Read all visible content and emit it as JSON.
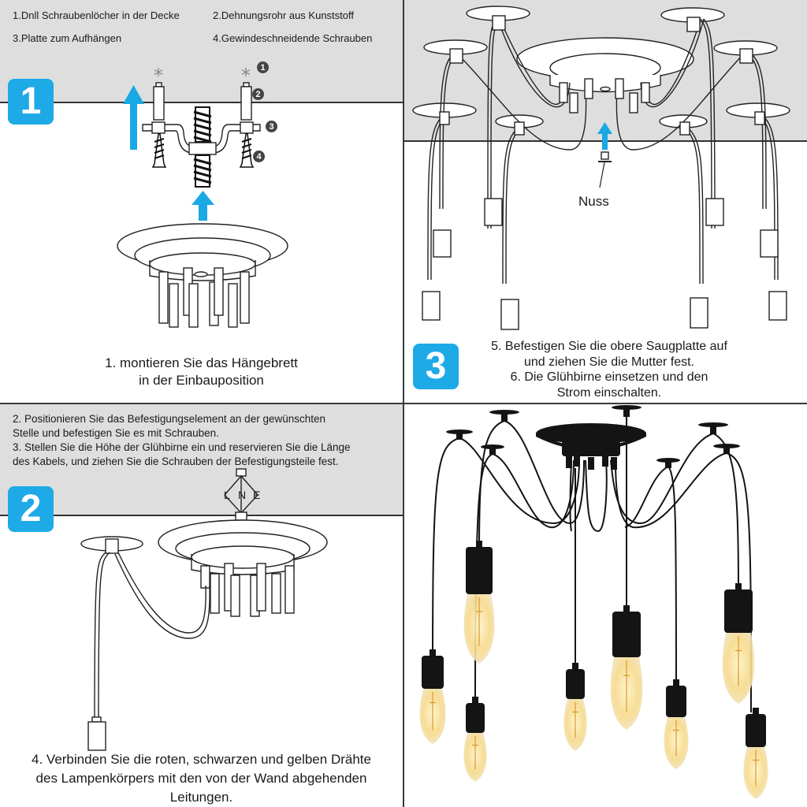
{
  "panel1": {
    "badge": "1",
    "parts_legend": [
      "1.Dnll Schraubenlöcher in der Decke",
      "2.Dehnungsrohr aus Kunststoff",
      "3.Platte zum Aufhängen",
      "4.Gewindeschneidende Schrauben"
    ],
    "callouts": [
      "1",
      "2",
      "3",
      "4"
    ],
    "caption": [
      "1. montieren Sie das Hängebrett",
      "in der Einbauposition"
    ]
  },
  "panel2": {
    "badge": "2",
    "notes": [
      "2. Positionieren Sie das Befestigungselement an der gewünschten",
      "Stelle und befestigen Sie es mit Schrauben.",
      "3. Stellen Sie die Höhe der Glühbirne ein und reservieren Sie die Länge",
      "des Kabels, und ziehen Sie die Schrauben der Befestigungsteile fest."
    ],
    "wire_labels": {
      "l": "L",
      "n": "N",
      "e": "E"
    },
    "caption": [
      "4. Verbinden Sie die roten, schwarzen und gelben Drähte",
      "des Lampenkörpers mit den von der Wand abgehenden",
      "Leitungen."
    ]
  },
  "panel3": {
    "badge": "3",
    "nut_label": "Nuss",
    "caption": [
      "5. Befestigen Sie die obere Saugplatte auf",
      "und ziehen Sie die Mutter fest.",
      "6. Die Glühbirne einsetzen und den",
      "Strom einschalten."
    ]
  },
  "panel4": {
    "description": "Black spider chandelier with 8 pendant sockets and Edison bulbs",
    "bulb_count": 8
  },
  "colors": {
    "badge": "#1eaae7",
    "arrow": "#19a9e5",
    "ceiling": "#dedede",
    "fixture_black": "#141414",
    "bulb_glow": "#f6d98a"
  }
}
